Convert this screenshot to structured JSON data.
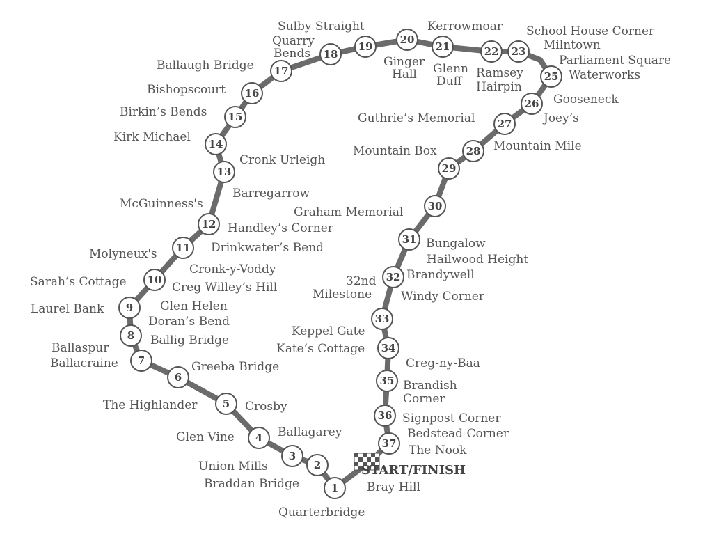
{
  "colors": {
    "track": "#6b6b6b",
    "marker_stroke": "#555555",
    "marker_fill": "#ffffff",
    "text": "#555555"
  },
  "markers": [
    "1",
    "2",
    "3",
    "4",
    "5",
    "6",
    "7",
    "8",
    "9",
    "10",
    "11",
    "12",
    "13",
    "14",
    "15",
    "16",
    "17",
    "18",
    "19",
    "20",
    "21",
    "22",
    "23",
    "25",
    "26",
    "27",
    "28",
    "29",
    "30",
    "31",
    "32",
    "33",
    "34",
    "35",
    "36",
    "37"
  ],
  "start_finish": "START/FINISH",
  "finish_flag": "checkered-flag-icon",
  "labels": {
    "quarterbridge": "Quarterbridge",
    "braddan_bridge": "Braddan Bridge",
    "union_mills": "Union Mills",
    "glen_vine": "Glen Vine",
    "ballagarey": "Ballagarey",
    "the_highlander": "The Highlander",
    "crosby": "Crosby",
    "greeba_bridge": "Greeba Bridge",
    "ballacraine": "Ballacraine",
    "ballaspur": "Ballaspur",
    "ballig_bridge": "Ballig Bridge",
    "dorans_bend": "Doran’s Bend",
    "glen_helen": "Glen Helen",
    "laurel_bank": "Laurel Bank",
    "creg_willeys_hill": "Creg Willey’s Hill",
    "sarahs_cottage": "Sarah’s Cottage",
    "cronk_y_voddy": "Cronk-y-Voddy",
    "molyneuxs": "Molyneux's",
    "drinkwaters_bend": "Drinkwater’s Bend",
    "handleys_corner": "Handley’s Corner",
    "mcguinnesss": "McGuinness's",
    "barregarrow": "Barregarrow",
    "cronk_urleigh": "Cronk Urleigh",
    "kirk_michael": "Kirk Michael",
    "birkins_bends": "Birkin’s Bends",
    "bishopscourt": "Bishopscourt",
    "ballaugh_bridge": "Ballaugh Bridge",
    "quarry_bends_1": "Quarry",
    "quarry_bends_2": "Bends",
    "sulby_straight": "Sulby Straight",
    "ginger_hall_1": "Ginger",
    "ginger_hall_2": "Hall",
    "kerrowmoar": "Kerrowmoar",
    "glenn_duff_1": "Glenn",
    "glenn_duff_2": "Duff",
    "ramsey_hairpin_1": "Ramsey",
    "ramsey_hairpin_2": "Hairpin",
    "school_house_corner": "School House Corner",
    "milntown": "Milntown",
    "parliament_square": "Parliament Square",
    "waterworks": "Waterworks",
    "gooseneck": "Gooseneck",
    "joeys": "Joey’s",
    "guthries_memorial": "Guthrie’s Memorial",
    "mountain_mile": "Mountain Mile",
    "mountain_box": "Mountain Box",
    "graham_memorial": "Graham Memorial",
    "bungalow": "Bungalow",
    "hailwood_height": "Hailwood Height",
    "brandywell": "Brandywell",
    "milestone_32nd_1": "32nd",
    "milestone_32nd_2": "Milestone",
    "windy_corner": "Windy Corner",
    "keppel_gate": "Keppel Gate",
    "kates_cottage": "Kate’s Cottage",
    "creg_ny_baa": "Creg-ny-Baa",
    "brandish_corner_1": "Brandish",
    "brandish_corner_2": "Corner",
    "signpost_corner": "Signpost Corner",
    "bedstead_corner": "Bedstead Corner",
    "the_nook": "The Nook",
    "bray_hill": "Bray Hill"
  }
}
